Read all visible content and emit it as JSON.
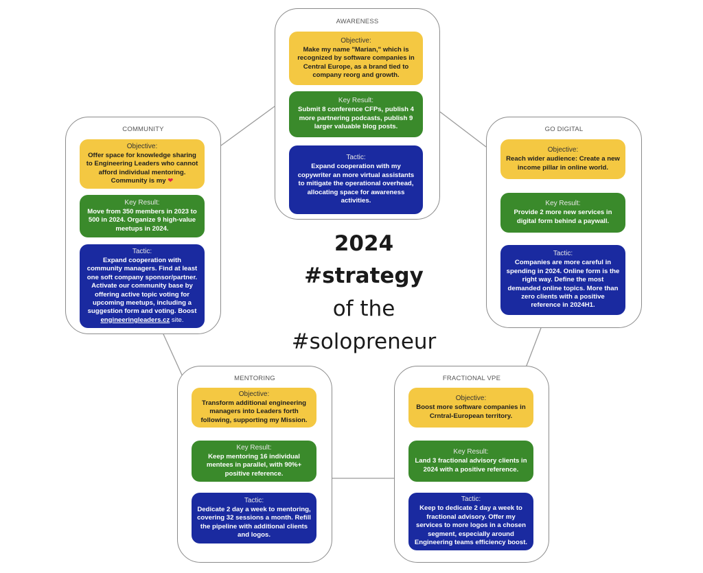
{
  "center": {
    "year": "2024",
    "strategy": "#strategy",
    "of_the": "of the",
    "solopreneur": "#solopreneur"
  },
  "labels": {
    "objective": "Objective:",
    "key_result": "Key Result:",
    "tactic": "Tactic:"
  },
  "colors": {
    "objective": "#f4c842",
    "key_result": "#3a8a2b",
    "tactic": "#1a2aa0"
  },
  "awareness": {
    "title": "AWARENESS",
    "objective": "Make my name \"Marian,\" which is recognized by software companies in Central Europe, as a brand tied to company reorg and growth.",
    "key_result": "Submit 8  conference CFPs, publish 4 more partnering podcasts, publish 9 larger valuable blog posts.",
    "tactic": "Expand cooperation with my copywriter an more virtual assistants to mitigate the operational overhead, allocating space for awareness activities."
  },
  "community": {
    "title": "COMMUNITY",
    "objective": "Offer space for knowledge sharing to Engineering Leaders who cannot afford individual mentoring. Community is my",
    "objective_icon": "heart-icon",
    "key_result": "Move from 350 members in 2023 to 500 in 2024. Organize 9 high-value meetups in 2024.",
    "tactic": "Expand cooperation with community managers. Find at least one soft company sponsor/partner. Activate our community base by offering active topic voting for upcoming meetups, including a suggestion form and voting. Boost",
    "tactic_link": "engineeringleaders.cz",
    "tactic_suffix": "site."
  },
  "go_digital": {
    "title": "GO DIGITAL",
    "objective": "Reach wider audience: Create a new income pillar in online world.",
    "key_result": "Provide 2 more new services in digital form behind a paywall.",
    "tactic": "Companies are more careful in spending in 2024. Online form is the right way. Define the most demanded online topics. More than zero clients with a positive reference in 2024H1."
  },
  "mentoring": {
    "title": "MENTORING",
    "objective": "Transform additional engineering managers into Leaders forth following, supporting my Mission.",
    "key_result": "Keep mentoring 16 individual mentees in parallel, with 90%+ positive reference.",
    "tactic": "Dedicate 2 day a week to mentoring, covering 32 sessions a month. Refill the pipeline with additional clients and logos."
  },
  "fractional": {
    "title": "FRACTIONAL VPE",
    "objective": "Boost more software companies in Crntral-European territory.",
    "key_result": "Land 3 fractional advisory clients in 2024 with a positive reference.",
    "tactic": "Keep to dedicate 2 day a week to fractional advisory. Offer my services to more logos in a chosen segment, especially around Engineering teams efficiency boost."
  }
}
